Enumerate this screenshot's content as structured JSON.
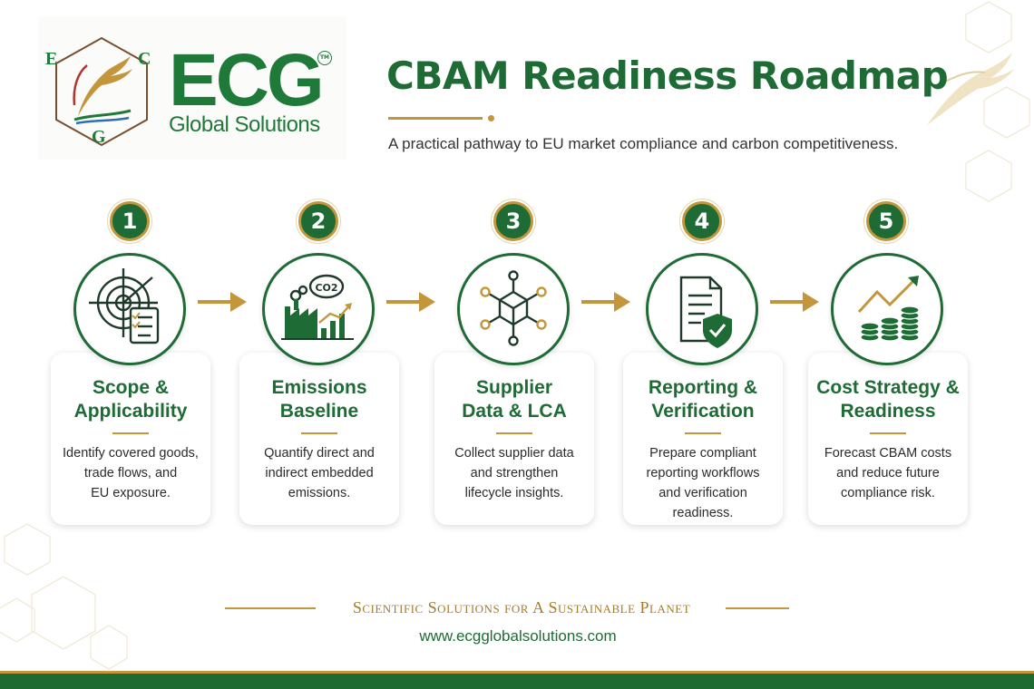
{
  "logo": {
    "hex_letters": [
      "E",
      "C",
      "G"
    ],
    "brand": "ECG",
    "trademark": "TM",
    "sub": "Global Solutions"
  },
  "header": {
    "title": "CBAM Readiness Roadmap",
    "subtitle": "A practical pathway to EU market compliance and carbon competitiveness."
  },
  "steps": [
    {
      "number": "1",
      "icon": "target-checklist-icon",
      "title": "Scope &\nApplicability",
      "description": "Identify covered goods,\ntrade flows, and\nEU exposure."
    },
    {
      "number": "2",
      "icon": "factory-co2-icon",
      "icon_text": "CO2",
      "title": "Emissions\nBaseline",
      "description": "Quantify direct and\nindirect embedded\nemissions."
    },
    {
      "number": "3",
      "icon": "supply-network-icon",
      "title": "Supplier\nData & LCA",
      "description": "Collect supplier data\nand strengthen\nlifecycle insights."
    },
    {
      "number": "4",
      "icon": "report-shield-icon",
      "title": "Reporting &\nVerification",
      "description": "Prepare compliant\nreporting workflows\nand verification\nreadiness."
    },
    {
      "number": "5",
      "icon": "cost-growth-icon",
      "title": "Cost Strategy &\nReadiness",
      "description": "Forecast CBAM costs\nand reduce future\ncompliance risk."
    }
  ],
  "footer": {
    "tagline": "Scientific Solutions for A Sustainable Planet",
    "website": "www.ecgglobalsolutions.com"
  },
  "colors": {
    "green": "#1f6b35",
    "gold": "#c3963c",
    "text": "#2b2b2b"
  }
}
